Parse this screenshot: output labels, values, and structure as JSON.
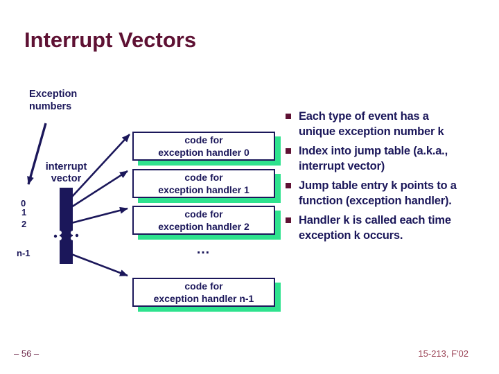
{
  "colors": {
    "navy": "#1b175a",
    "maroon": "#5e1133",
    "green": "#2ee28e",
    "footer_left": "#6f2b4c",
    "footer_right": "#9c4658",
    "background": "#ffffff"
  },
  "slide": {
    "title": "Interrupt Vectors",
    "footer_left": "– 56 –",
    "footer_right": "15-213, F'02"
  },
  "diagram": {
    "exception_numbers": {
      "lines": [
        "Exception",
        "numbers"
      ]
    },
    "interrupt_vector": {
      "lines": [
        "interrupt",
        "vector"
      ]
    },
    "indices": [
      "0",
      "1",
      "2",
      "n-1"
    ],
    "ellipsis": "…",
    "handlers": [
      {
        "lines": [
          "code for",
          "exception handler 0"
        ]
      },
      {
        "lines": [
          "code for",
          "exception handler 1"
        ]
      },
      {
        "lines": [
          "code for",
          "exception handler 2"
        ]
      },
      {
        "lines": [
          "code for",
          "exception handler n-1"
        ]
      }
    ]
  },
  "bullets": [
    {
      "lines": [
        "Each type of event has a",
        "unique exception number k"
      ]
    },
    {
      "lines": [
        "Index into jump table (a.k.a.,",
        "interrupt vector)"
      ]
    },
    {
      "lines": [
        "Jump table entry k points to a",
        "function (exception handler)."
      ]
    },
    {
      "lines": [
        "Handler k is called each time",
        "exception k occurs."
      ]
    }
  ]
}
